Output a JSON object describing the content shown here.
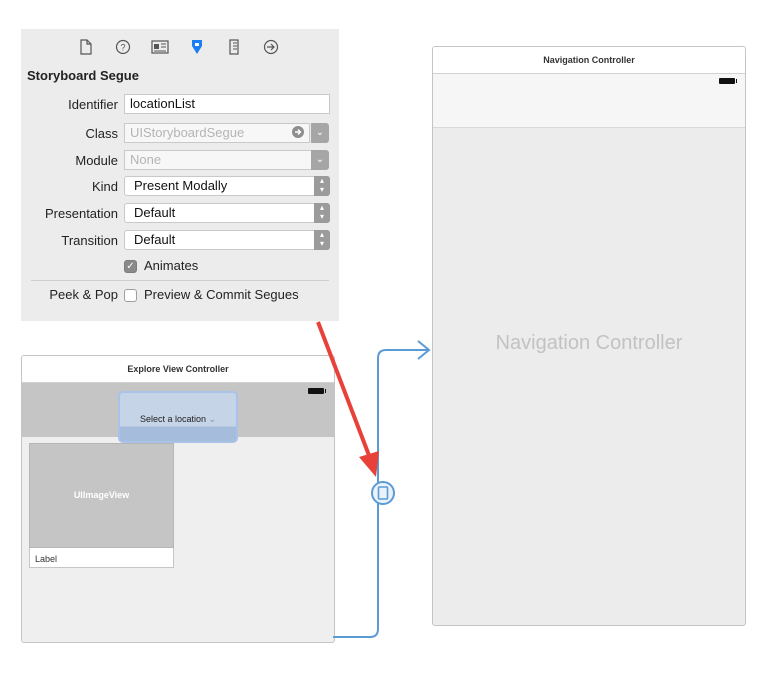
{
  "inspector": {
    "toolbar_icons": [
      "file-icon",
      "help-icon",
      "identity-icon",
      "attributes-icon",
      "size-icon",
      "connections-icon"
    ],
    "section_title": "Storyboard Segue",
    "identifier": {
      "label": "Identifier",
      "value": "locationList"
    },
    "class": {
      "label": "Class",
      "placeholder": "UIStoryboardSegue"
    },
    "module": {
      "label": "Module",
      "placeholder": "None"
    },
    "kind": {
      "label": "Kind",
      "value": "Present Modally"
    },
    "presentation": {
      "label": "Presentation",
      "value": "Default"
    },
    "transition": {
      "label": "Transition",
      "value": "Default"
    },
    "animates": {
      "label": "Animates",
      "checked": true
    },
    "peek_pop": {
      "label": "Peek & Pop",
      "option_label": "Preview & Commit Segues",
      "checked": false
    },
    "accent_color": "#1a7ef5"
  },
  "explore_scene": {
    "title": "Explore View Controller",
    "select_button": "Select a location",
    "select_chevron": "⌄",
    "image_view": "UIImageView",
    "label": "Label"
  },
  "nav_scene": {
    "title": "Navigation Controller",
    "placeholder": "Navigation Controller"
  },
  "segue": {
    "line_color": "#5b9bd5",
    "arrow_color": "#e8413a"
  }
}
